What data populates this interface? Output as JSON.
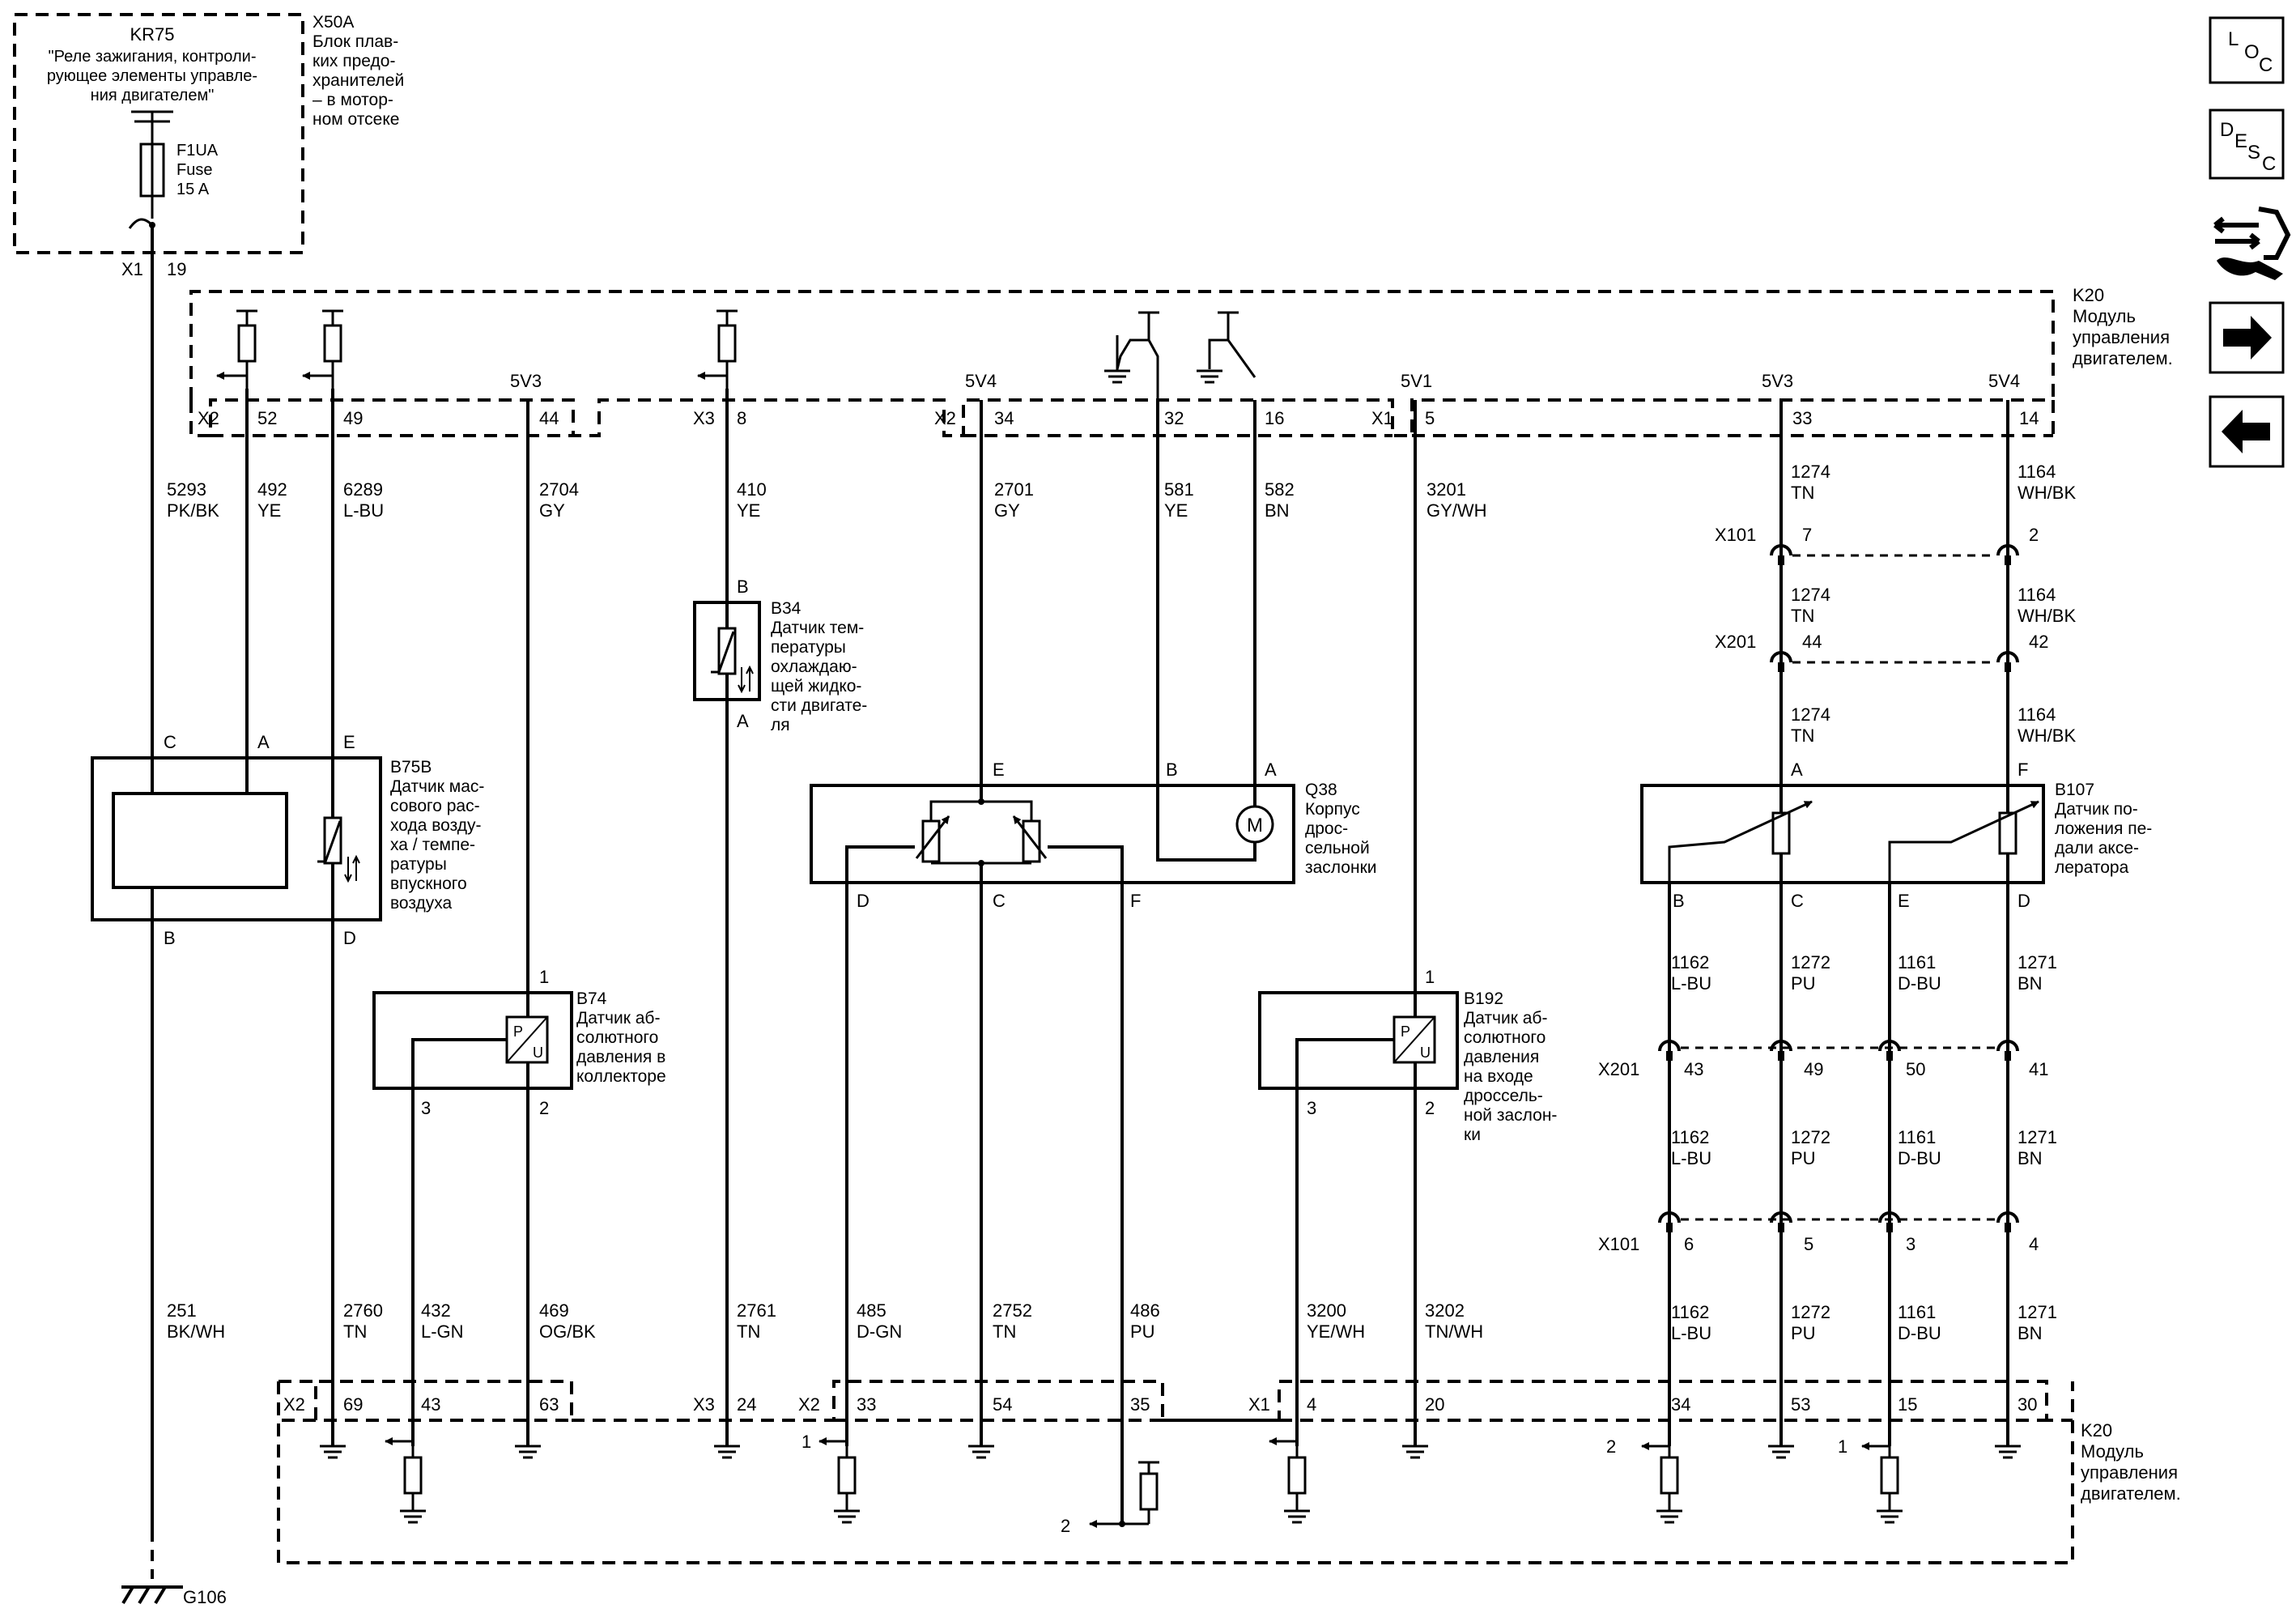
{
  "colors": {
    "line": "#000000",
    "background": "#ffffff"
  },
  "nav": [
    {
      "icon": "location-icon",
      "letters": [
        "L",
        "O",
        "C"
      ]
    },
    {
      "icon": "description-icon",
      "letters": [
        "D",
        "E",
        "S",
        "C"
      ]
    },
    {
      "icon": "connector-repair-icon"
    },
    {
      "icon": "arrow-right-icon"
    },
    {
      "icon": "arrow-left-icon"
    }
  ],
  "top_box": {
    "kr75_title": "KR75",
    "kr75_lines": [
      "\"Реле зажигания, контроли-",
      "рующее элементы управле-",
      "ния двигателем\""
    ],
    "fuse_lines": [
      "F1UA",
      "Fuse",
      "15 A"
    ],
    "x50a_lines": [
      "X50A",
      "Блок плав-",
      "ких предо-",
      "хранителей",
      "– в мотор-",
      "ном отсеке"
    ],
    "x1_label": "X1",
    "x1_pin": "19"
  },
  "ecm": {
    "lines": [
      "K20",
      "Модуль",
      "управления",
      "двигателем."
    ],
    "bottom_lines": [
      "K20",
      "Модуль",
      "управления",
      "двигателем."
    ]
  },
  "connectors_top": [
    {
      "conn": "X2",
      "pins": [
        "52",
        "49",
        "44"
      ]
    },
    {
      "conn": "X3",
      "pins": [
        "8"
      ]
    },
    {
      "conn": "X2",
      "pins": [
        "34",
        "32",
        "16"
      ]
    },
    {
      "conn": "X1",
      "pins": [
        "5",
        "33",
        "14"
      ]
    }
  ],
  "connectors_bottom": [
    {
      "conn": "X2",
      "pins": [
        "69",
        "43",
        "63"
      ]
    },
    {
      "conn": "X3",
      "pins": [
        "24"
      ]
    },
    {
      "conn": "X2",
      "pins": [
        "33",
        "54",
        "35"
      ]
    },
    {
      "conn": "X1",
      "pins": [
        "4",
        "20",
        "34",
        "53",
        "15",
        "30"
      ]
    }
  ],
  "ref_volts": [
    "5V3",
    "5V4",
    "5V1",
    "5V3",
    "5V4"
  ],
  "wires_top": [
    {
      "num": "5293",
      "color": "PK/BK"
    },
    {
      "num": "492",
      "color": "YE"
    },
    {
      "num": "6289",
      "color": "L-BU"
    },
    {
      "num": "2704",
      "color": "GY"
    },
    {
      "num": "410",
      "color": "YE"
    },
    {
      "num": "2701",
      "color": "GY"
    },
    {
      "num": "581",
      "color": "YE"
    },
    {
      "num": "582",
      "color": "BN"
    },
    {
      "num": "3201",
      "color": "GY/WH"
    }
  ],
  "wires_b107_top": [
    {
      "num": "1274",
      "color": "TN"
    },
    {
      "num": "1164",
      "color": "WH/BK"
    }
  ],
  "wires_bottom": [
    {
      "num": "251",
      "color": "BK/WH"
    },
    {
      "num": "2760",
      "color": "TN"
    },
    {
      "num": "432",
      "color": "L-GN"
    },
    {
      "num": "469",
      "color": "OG/BK"
    },
    {
      "num": "2761",
      "color": "TN"
    },
    {
      "num": "485",
      "color": "D-GN"
    },
    {
      "num": "2752",
      "color": "TN"
    },
    {
      "num": "486",
      "color": "PU"
    },
    {
      "num": "3200",
      "color": "YE/WH"
    },
    {
      "num": "3202",
      "color": "TN/WH"
    }
  ],
  "wires_b107_bottom": [
    {
      "num": "1162",
      "color": "L-BU"
    },
    {
      "num": "1272",
      "color": "PU"
    },
    {
      "num": "1161",
      "color": "D-BU"
    },
    {
      "num": "1271",
      "color": "BN"
    }
  ],
  "inline_connectors": [
    {
      "name": "X101",
      "pins": [
        "7",
        "2"
      ]
    },
    {
      "name": "X201",
      "pins": [
        "44",
        "42"
      ]
    },
    {
      "name": "X201",
      "pins": [
        "43",
        "49",
        "50",
        "41"
      ]
    },
    {
      "name": "X101",
      "pins": [
        "6",
        "5",
        "3",
        "4"
      ]
    }
  ],
  "components": {
    "b75b": {
      "lines": [
        "B75B",
        "Датчик мас-",
        "сового рас-",
        "хода возду-",
        "ха / темпе-",
        "ратуры",
        "впускного",
        "воздуха"
      ],
      "pins": [
        "C",
        "A",
        "E",
        "B",
        "D"
      ]
    },
    "b34": {
      "lines": [
        "B34",
        "Датчик тем-",
        "пературы",
        "охлаждаю-",
        "щей жидко-",
        "сти двигате-",
        "ля"
      ],
      "pins": [
        "B",
        "A"
      ]
    },
    "q38": {
      "lines": [
        "Q38",
        "Корпус",
        "дрос-",
        "сельной",
        "заслонки"
      ],
      "pins": [
        "E",
        "B",
        "A",
        "D",
        "C",
        "F"
      ],
      "motor": "M"
    },
    "b74": {
      "lines": [
        "B74",
        "Датчик аб-",
        "солютного",
        "давления в",
        "коллекторе"
      ],
      "pins": [
        "1",
        "3",
        "2"
      ],
      "p": "P",
      "u": "U"
    },
    "b192": {
      "lines": [
        "B192",
        "Датчик аб-",
        "солютного",
        "давления",
        "на входе",
        "дроссель-",
        "ной заслон-",
        "ки"
      ],
      "pins": [
        "1",
        "3",
        "2"
      ],
      "p": "P",
      "u": "U"
    },
    "b107": {
      "lines": [
        "B107",
        "Датчик по-",
        "ложения пе-",
        "дали аксе-",
        "лератора"
      ],
      "pins": [
        "A",
        "F",
        "B",
        "C",
        "E",
        "D"
      ]
    }
  },
  "arrows": [
    "1",
    "2",
    "2",
    "1"
  ],
  "ground_label": "G106"
}
